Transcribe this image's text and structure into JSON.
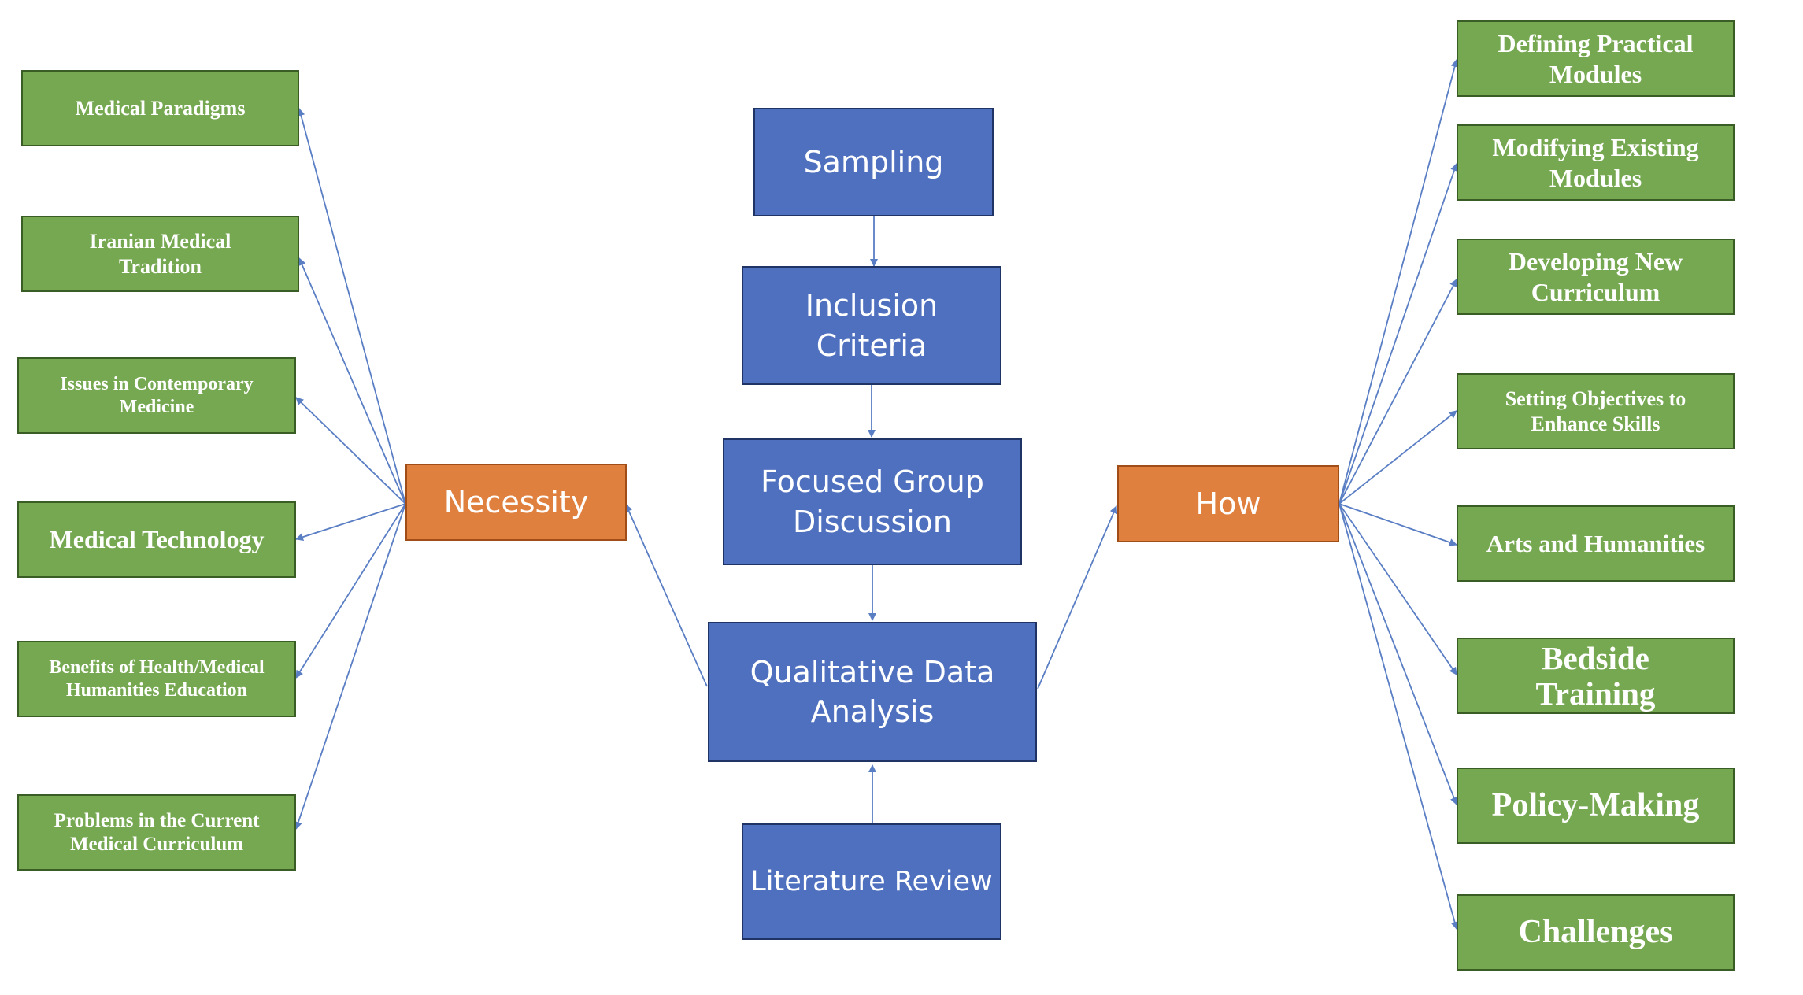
{
  "center_flow": {
    "sampling": "Sampling",
    "inclusion_criteria": "Inclusion\nCriteria",
    "focused_group_discussion": "Focused Group\nDiscussion",
    "qualitative_data_analysis": "Qualitative Data\nAnalysis",
    "literature_review": "Literature Review"
  },
  "branches": {
    "necessity": {
      "label": "Necessity",
      "items": [
        "Medical Paradigms",
        "Iranian Medical\nTradition",
        "Issues in Contemporary\nMedicine",
        "Medical Technology",
        "Benefits of Health/Medical\nHumanities Education",
        "Problems in the Current\nMedical Curriculum"
      ]
    },
    "how": {
      "label": "How",
      "items": [
        "Defining Practical\nModules",
        "Modifying Existing\nModules",
        "Developing New\nCurriculum",
        "Setting Objectives to\nEnhance Skills",
        "Arts and Humanities",
        "Bedside\nTraining",
        "Policy-Making",
        "Challenges"
      ]
    }
  },
  "colors": {
    "process_box": "#4f70bf",
    "category_box": "#e0803f",
    "theme_box": "#76a851",
    "connector": "#5a7ec4"
  }
}
